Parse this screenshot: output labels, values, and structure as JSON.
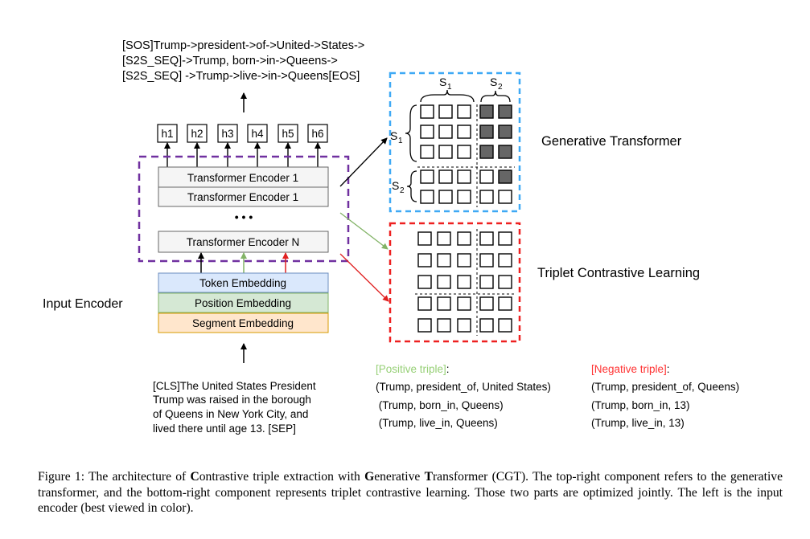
{
  "output_sequence": [
    "[SOS]Trump->president->of->United->States->",
    "[S2S_SEQ]->Trump, born->in->Queens->",
    "[S2S_SEQ] ->Trump->live->in->Queens[EOS]"
  ],
  "hidden_states": [
    "h1",
    "h2",
    "h3",
    "h4",
    "h5",
    "h6"
  ],
  "encoder": {
    "layers": [
      "Transformer Encoder 1",
      "Transformer Encoder 1",
      "Transformer Encoder N"
    ],
    "ellipsis": "• • •",
    "label": "Input Encoder",
    "colors": {
      "dashed_border": "#7030a0"
    }
  },
  "embeddings": [
    {
      "label": "Token Embedding",
      "fill": "#dae8fc",
      "stroke": "#6c8ebf"
    },
    {
      "label": "Position Embedding",
      "fill": "#d5e8d4",
      "stroke": "#82b366"
    },
    {
      "label": "Segment Embedding",
      "fill": "#ffe6cc",
      "stroke": "#d79b00"
    }
  ],
  "input_text": [
    "[CLS]The United States President",
    "Trump was raised in the borough",
    "of Queens in New York City, and",
    "lived there until age 13.  [SEP]"
  ],
  "generative": {
    "label": "Generative Transformer",
    "col_s1": "S",
    "col_s1_sub": "1",
    "col_s2": "S",
    "col_s2_sub": "2",
    "row_s1": "S",
    "row_s1_sub": "1",
    "row_s2": "S",
    "row_s2_sub": "2",
    "filled_cells": [
      [
        0,
        3
      ],
      [
        0,
        4
      ],
      [
        1,
        3
      ],
      [
        1,
        4
      ],
      [
        2,
        3
      ],
      [
        2,
        4
      ],
      [
        3,
        4
      ]
    ],
    "colors": {
      "border": "#3fa9f5",
      "filled": "#666666"
    }
  },
  "contrastive": {
    "label": "Triplet Contrastive Learning",
    "colors": {
      "border": "#ee2020"
    }
  },
  "arrow_colors": {
    "black": "#000000",
    "green": "#82b366",
    "red": "#e02020"
  },
  "positive": {
    "title": "[Positive triple]",
    "colon": ":",
    "color": "#97d077",
    "items": [
      "(Trump, president_of, United States)",
      " (Trump, born_in, Queens)",
      " (Trump, live_in, Queens)"
    ]
  },
  "negative": {
    "title": "[Negative triple]",
    "colon": ":",
    "color": "#ff3333",
    "items": [
      "(Trump, president_of, Queens)",
      "(Trump, born_in, 13)",
      "(Trump, live_in, 13)"
    ]
  },
  "caption": {
    "p1": "Figure 1: The architecture of ",
    "b1": "C",
    "p2": "ontrastive triple extraction with ",
    "b2": "G",
    "p3": "enerative ",
    "b3": "T",
    "p4": "ransformer (CGT). The top-right component refers to the generative transformer, and the bottom-right component represents triplet contrastive learning. Those two parts are optimized jointly. The left is the input encoder (best viewed in color)."
  }
}
